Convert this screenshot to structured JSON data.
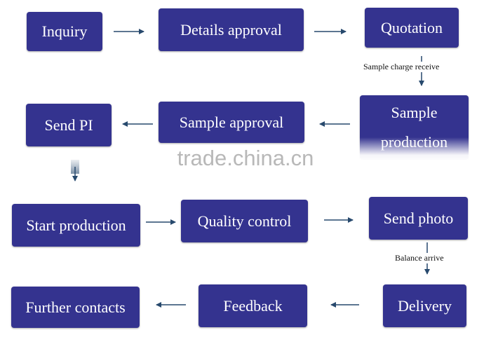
{
  "steps": {
    "inquiry": "Inquiry",
    "details_approval": "Details approval",
    "quotation": "Quotation",
    "sample_production": "Sample production",
    "sample_approval": "Sample approval",
    "send_pi": "Send PI",
    "start_production": "Start production",
    "quality_control": "Quality control",
    "send_photo": "Send photo",
    "delivery": "Delivery",
    "feedback": "Feedback",
    "further_contacts": "Further contacts"
  },
  "edge_labels": {
    "sample_charge": "Sample charge receive",
    "balance": "Balance arrive"
  },
  "watermark": "trade.china.cn",
  "colors": {
    "box": "#34338f",
    "arrow": "#27496d"
  }
}
